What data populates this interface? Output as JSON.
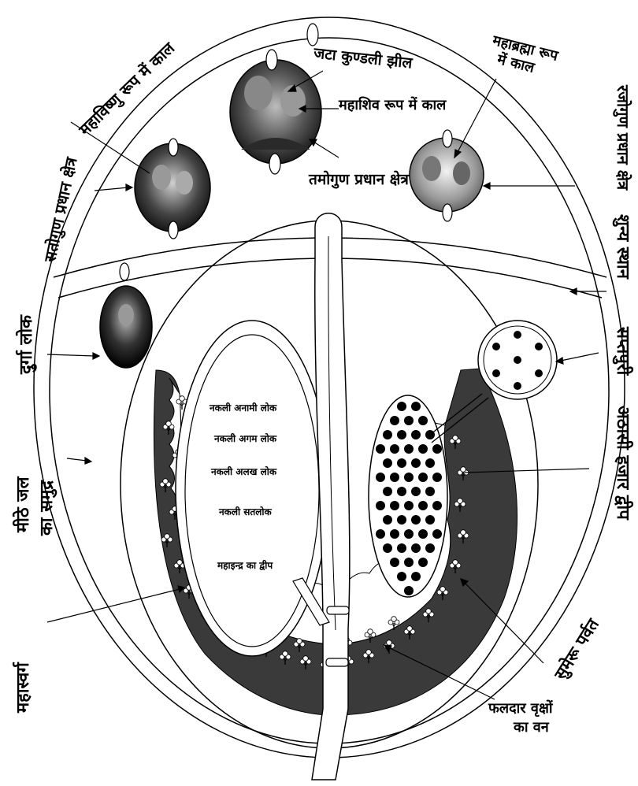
{
  "labels": {
    "mahavishnu": "महाविष्णु रूप में काल",
    "jata_kundali": "जटा कुण्डली झील",
    "mahashiv": "महाशिव रूप में काल",
    "mahabrahma_line1": "महाब्रह्मा रूप",
    "mahabrahma_line2": "में काल",
    "rajogun": "रजोगुण प्रधान क्षेत्र",
    "satogun": "सतोगुण प्रधान क्षेत्र",
    "tamogun": "तमोगुण प्रधान क्षेत्र",
    "shunya": "शुन्य स्थान",
    "saptpuri": "सप्तपुरी",
    "durga": "दुर्गा लोक",
    "atthasi": "अठासी हजार द्वीप",
    "meethe_line1": "मीठे जल",
    "meethe_line2": "का समुद्र",
    "maharswarg": "महास्वर्ग",
    "sumeru": "सुमेरू पर्वत",
    "phaldar_line1": "फलदार वृक्षों",
    "phaldar_line2": "का वन",
    "nakli_anami": "नकली अनामी लोक",
    "nakli_agam": "नकली अगम लोक",
    "nakli_alakh": "नकली अलख लोक",
    "nakli_satlok": "नकली सतलोक",
    "mahaindra": "महाइन्द्र का द्वीप"
  },
  "icons": [
    "shiva-parvati-image",
    "vishnu-lakshmi-image",
    "brahma-savitri-image",
    "durga-image",
    "tree-icon"
  ],
  "colors": {
    "ink": "#000000",
    "dark_band": "#3a3a3a",
    "paper": "#ffffff"
  }
}
